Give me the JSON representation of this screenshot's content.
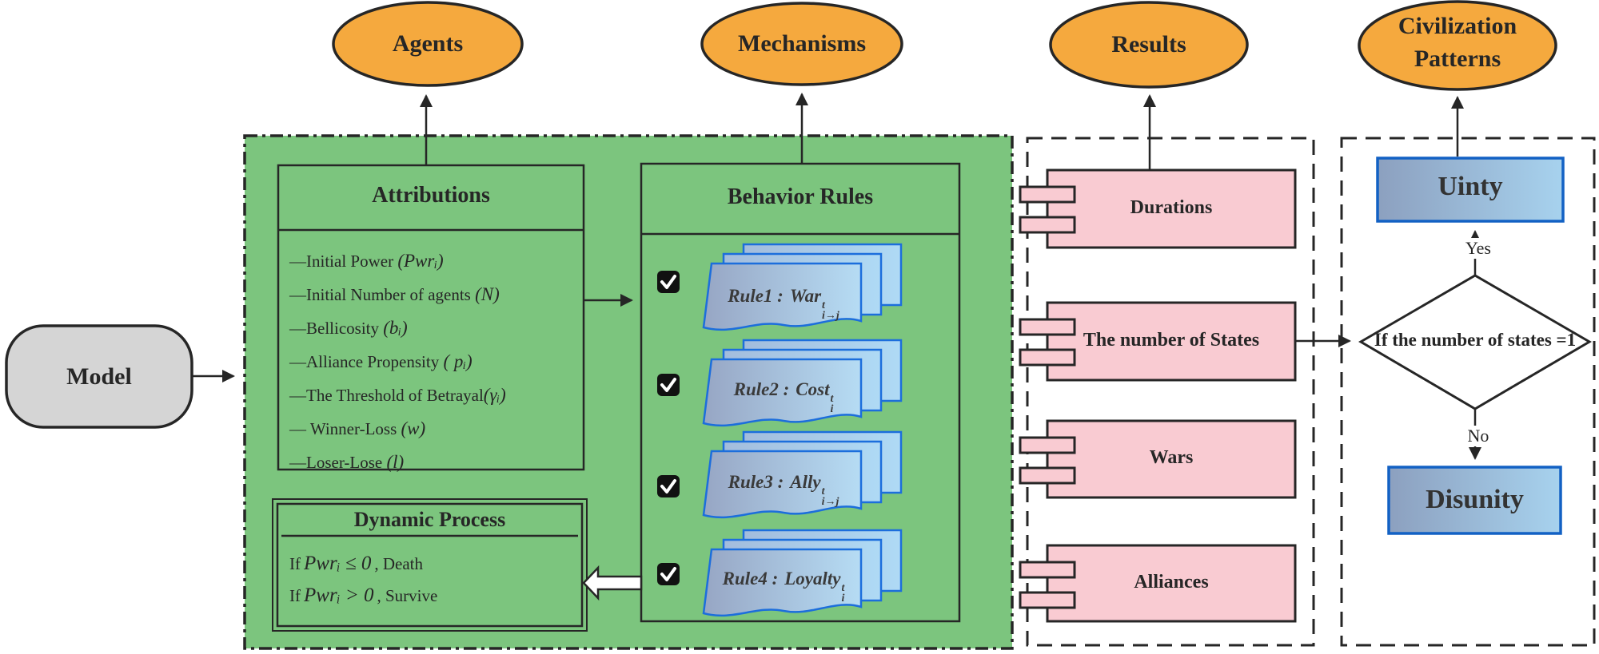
{
  "nodes": {
    "agents": "Agents",
    "mechanisms": "Mechanisms",
    "results": "Results",
    "civilization_line1": "Civilization",
    "civilization_line2": "Patterns"
  },
  "model": {
    "label": "Model"
  },
  "attributions": {
    "title": "Attributions",
    "items": [
      {
        "text": "—Initial Power ",
        "math": "(Pwrᵢ)"
      },
      {
        "text": "—Initial Number of agents ",
        "math": "(N)"
      },
      {
        "text": "—Bellicosity  ",
        "math": "(bᵢ)"
      },
      {
        "text": "—Alliance Propensity ",
        "math": "( pᵢ)"
      },
      {
        "text": "—The Threshold of Betrayal",
        "math": "(γᵢ)"
      },
      {
        "text": "— Winner-Loss ",
        "math": "(w)"
      },
      {
        "text": "—Loser-Lose ",
        "math": "(l)"
      }
    ]
  },
  "behavior_rules": {
    "title": "Behavior Rules",
    "rules": [
      {
        "label": "Rule1 :",
        "term": "War",
        "sup": "t",
        "sub": "i→j",
        "checked": true
      },
      {
        "label": "Rule2 :",
        "term": "Cost",
        "sup": "t",
        "sub": "i",
        "checked": true
      },
      {
        "label": "Rule3 :",
        "term": "Ally",
        "sup": "t",
        "sub": "i→j",
        "checked": true
      },
      {
        "label": "Rule4 :",
        "term": "Loyalty",
        "sup": "t",
        "sub": "i",
        "checked": true
      }
    ]
  },
  "dynamic_process": {
    "title": "Dynamic Process",
    "lines": [
      {
        "prefix": "If",
        "math": "Pwrᵢ ≤ 0",
        "suffix": ", Death"
      },
      {
        "prefix": "If",
        "math": "Pwrᵢ > 0",
        "suffix": ", Survive"
      }
    ]
  },
  "results_panel": {
    "boxes": [
      "Durations",
      "The number of States",
      "Wars",
      "Alliances"
    ]
  },
  "civilization_panel": {
    "unity_label": "Uinty",
    "decision": "If the number of states =1",
    "yes_label": "Yes",
    "no_label": "No",
    "disunity_label": "Disunity"
  },
  "colors": {
    "green_panel": "#7CC57E",
    "orange_node": "#F5A93E",
    "pink_box": "#F9CBD2",
    "gray_model": "#D5D5D5",
    "card_gradient_start": "#97A6C4",
    "card_gradient_end": "#B6DCF4",
    "card_border": "#1C6EDC",
    "unity_gradient_start": "#8CA0BF",
    "unity_gradient_end": "#A7D2EE",
    "unity_border": "#1261C4",
    "outline": "#262626"
  }
}
